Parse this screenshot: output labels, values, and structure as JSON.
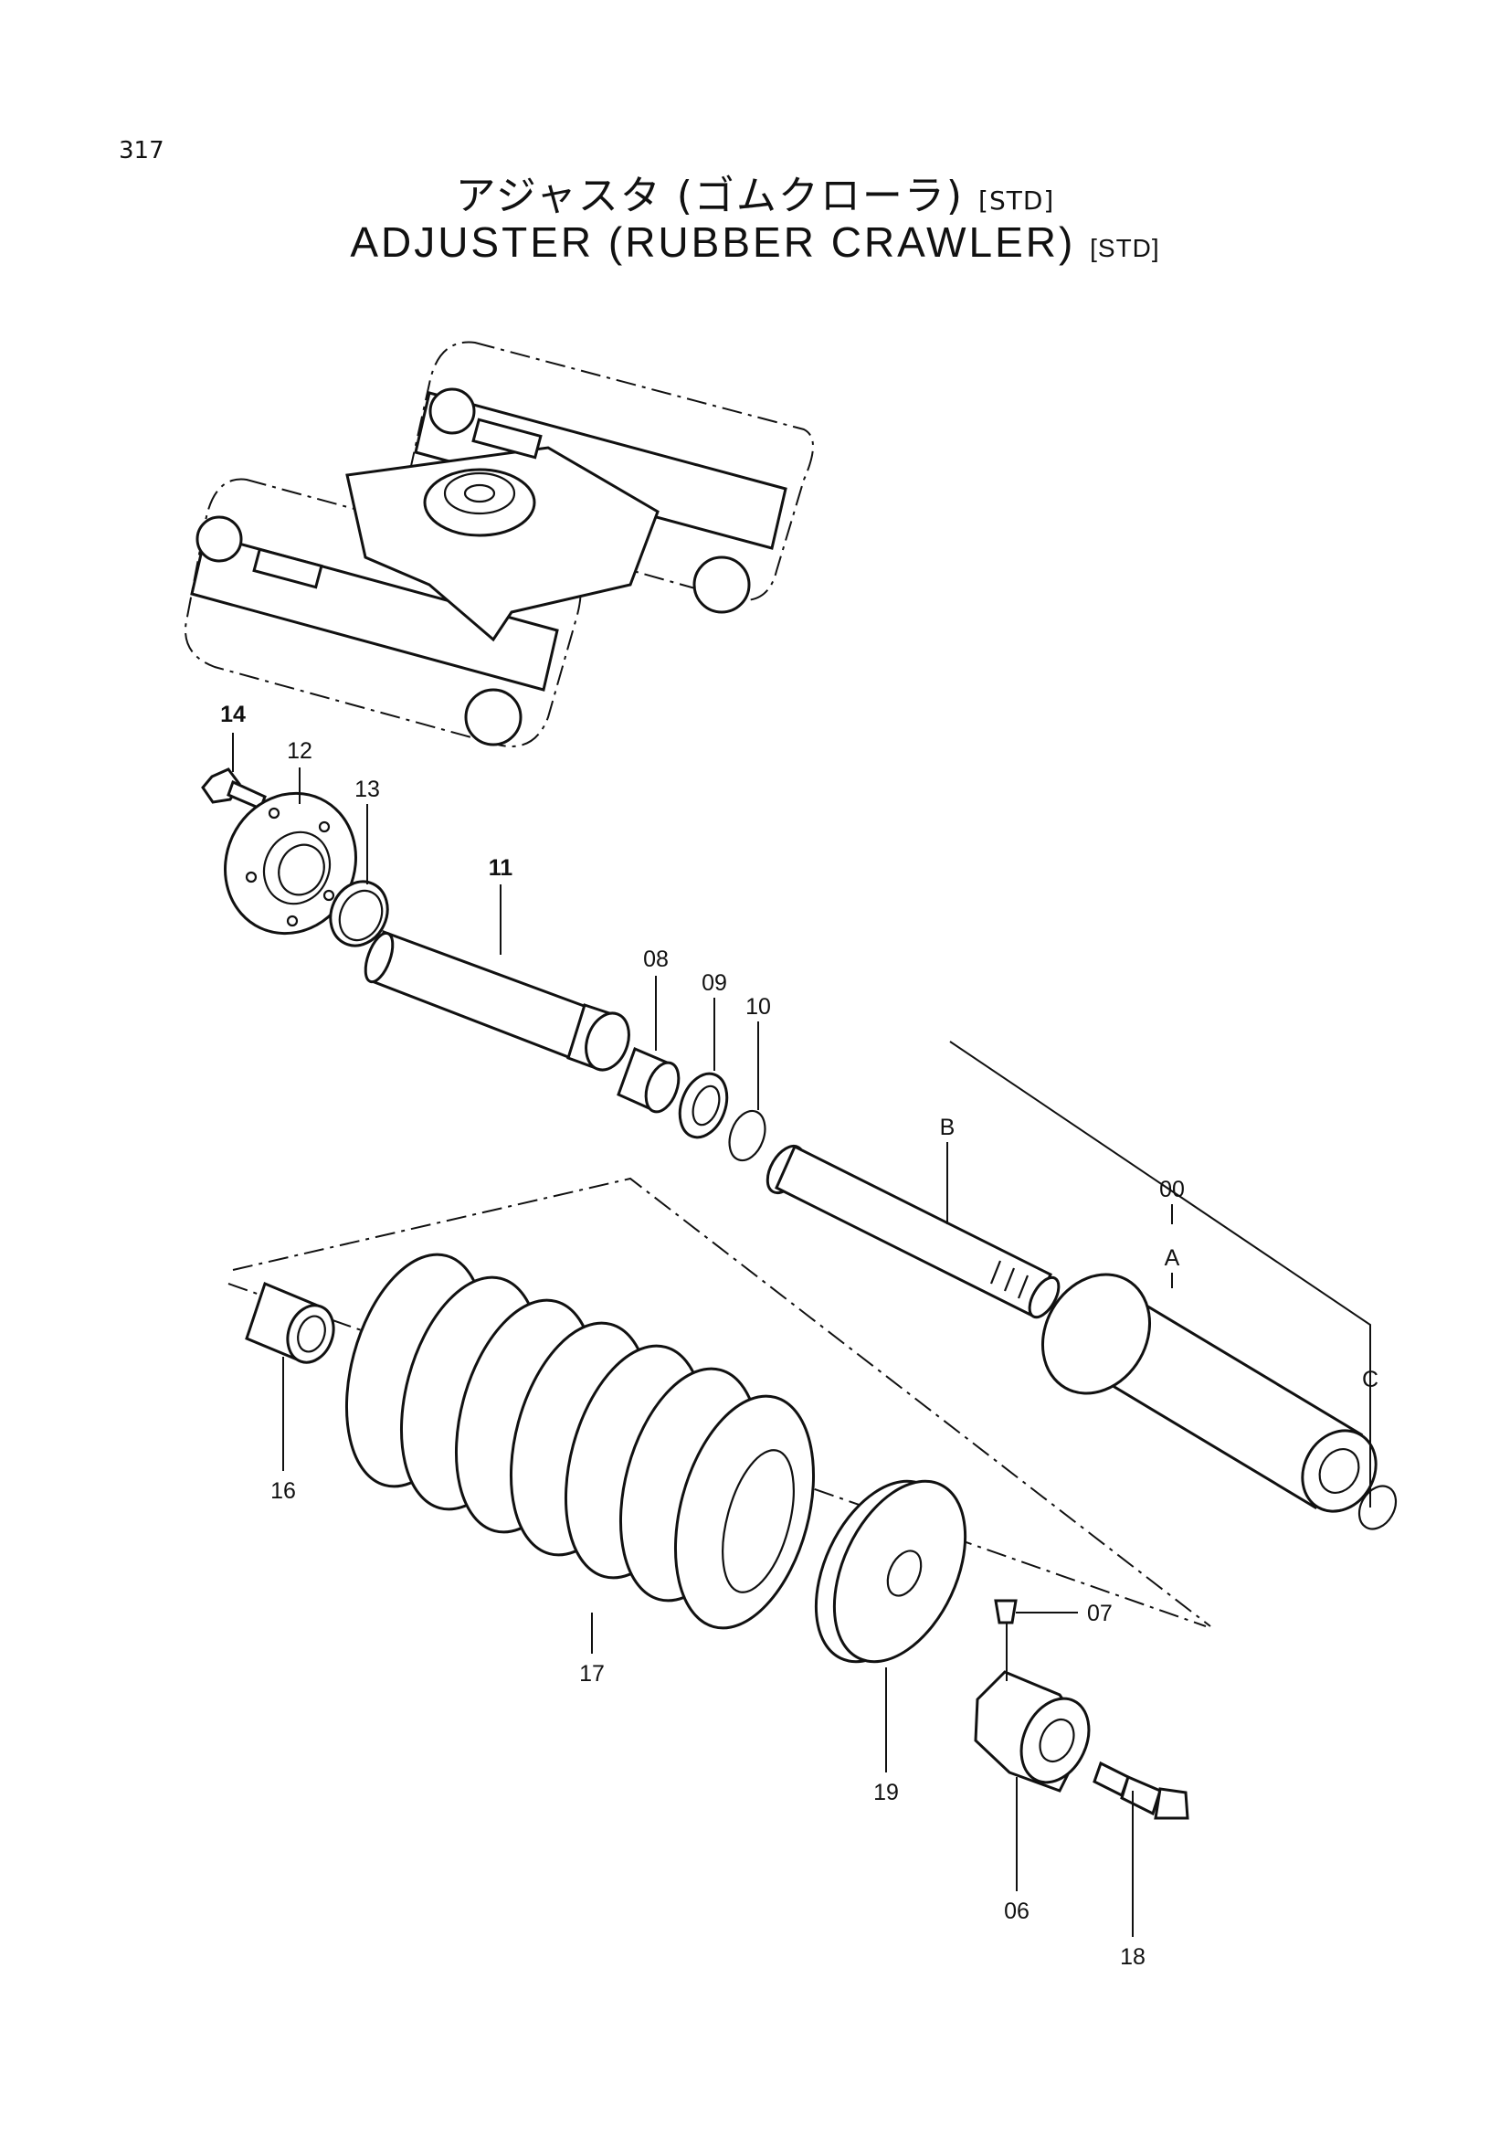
{
  "page": {
    "number": "317",
    "title_ja": "アジャスタ (ゴムクローラ)",
    "title_ja_tag": "[STD]",
    "title_en": "ADJUSTER (RUBBER CRAWLER)",
    "title_en_tag": "[STD]"
  },
  "callouts": {
    "p00": "00",
    "pA": "A",
    "pB": "B",
    "pC": "C",
    "p06": "06",
    "p07": "07",
    "p08": "08",
    "p09": "09",
    "p10": "10",
    "p11": "11",
    "p12": "12",
    "p13": "13",
    "p14": "14",
    "p16": "16",
    "p17": "17",
    "p18": "18",
    "p19": "19"
  }
}
